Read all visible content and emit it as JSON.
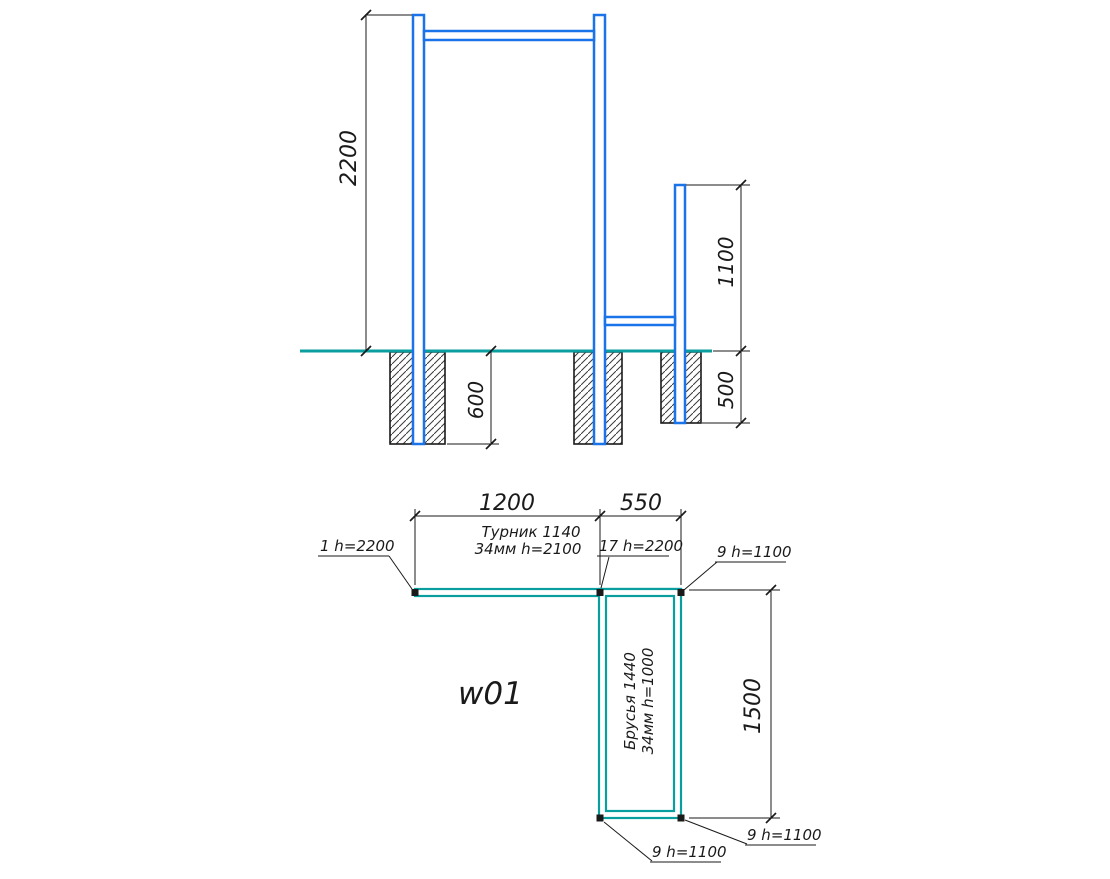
{
  "drawing_code": "w01",
  "colors": {
    "structure": "#1a73e8",
    "plan": "#0a9e9e",
    "line": "#1a1a1a"
  },
  "elevation": {
    "dims": {
      "height_main": "2200",
      "height_bars": "1100",
      "footing_left_depth": "600",
      "footing_right_depth": "500"
    }
  },
  "plan": {
    "dims": {
      "turnik_span": "1200",
      "bars_width": "550",
      "bars_length": "1500"
    },
    "labels": {
      "turnik_line1": "Турник 1140",
      "turnik_line2": "34мм h=2100",
      "brusya_line1": "Брусья 1440",
      "brusya_line2": "34мм h=1000",
      "post_left": "1 h=2200",
      "post_mid": "17 h=2200",
      "post_right_top": "9 h=1100",
      "post_right_bottom": "9 h=1100",
      "post_left_bottom": "9 h=1100"
    }
  }
}
